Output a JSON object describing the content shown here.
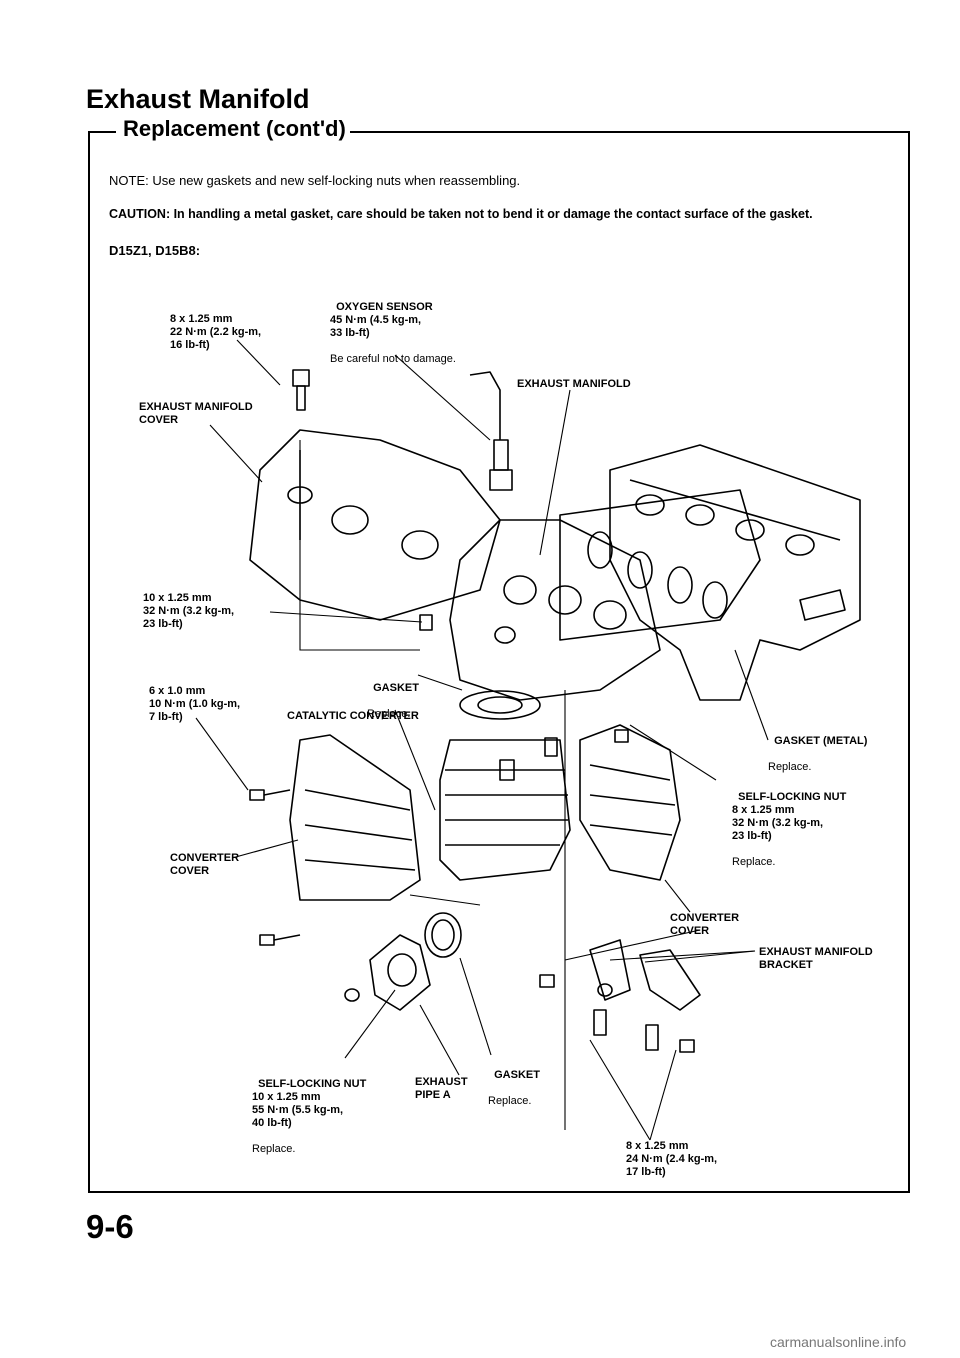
{
  "header": {
    "title": "Exhaust Manifold",
    "subtitle": "Replacement (cont'd)"
  },
  "notes": {
    "note": "NOTE:  Use new gaskets and new self-locking nuts when reassembling.",
    "caution": "CAUTION:  In handling a metal gasket, care should be taken not to bend it or damage the contact surface of the gasket.",
    "engines": "D15Z1, D15B8:"
  },
  "labels": {
    "bolt_8x125": "8 x 1.25 mm\n22 N·m (2.2 kg-m,\n16 lb-ft)",
    "oxygen_sensor": "OXYGEN SENSOR\n45 N·m (4.5 kg-m,\n33 lb-ft)",
    "oxygen_sensor_note": "Be careful not to damage.",
    "exhaust_manifold_cover": "EXHAUST MANIFOLD\nCOVER",
    "exhaust_manifold": "EXHAUST MANIFOLD",
    "bolt_10x125": "10 x 1.25 mm\n32 N·m (3.2 kg-m,\n23 lb-ft)",
    "gasket_top": "GASKET",
    "gasket_top_note": "Replace.",
    "bolt_6x10": "6 x 1.0 mm\n10 N·m (1.0 kg-m,\n7 lb-ft)",
    "catalytic_converter": "CATALYTIC CONVERTER",
    "gasket_metal": "GASKET (METAL)",
    "gasket_metal_note": "Replace.",
    "self_locking_nut_right": "SELF-LOCKING NUT\n8 x 1.25 mm\n32 N·m (3.2 kg-m,\n23 lb-ft)",
    "self_locking_nut_right_note": "Replace.",
    "converter_cover_left": "CONVERTER\nCOVER",
    "converter_cover_right": "CONVERTER\nCOVER",
    "exhaust_manifold_bracket": "EXHAUST MANIFOLD\nBRACKET",
    "self_locking_nut_bottom": "SELF-LOCKING NUT\n10 x 1.25 mm\n55 N·m (5.5 kg-m,\n40 lb-ft)",
    "self_locking_nut_bottom_note": "Replace.",
    "exhaust_pipe_a": "EXHAUST\nPIPE A",
    "gasket_bottom": "GASKET",
    "gasket_bottom_note": "Replace.",
    "bolt_8x125_bottom": "8 x 1.25 mm\n24 N·m (2.4 kg-m,\n17 lb-ft)"
  },
  "footer": {
    "page_number": "9-6",
    "watermark": "carmanualsonline.info"
  }
}
